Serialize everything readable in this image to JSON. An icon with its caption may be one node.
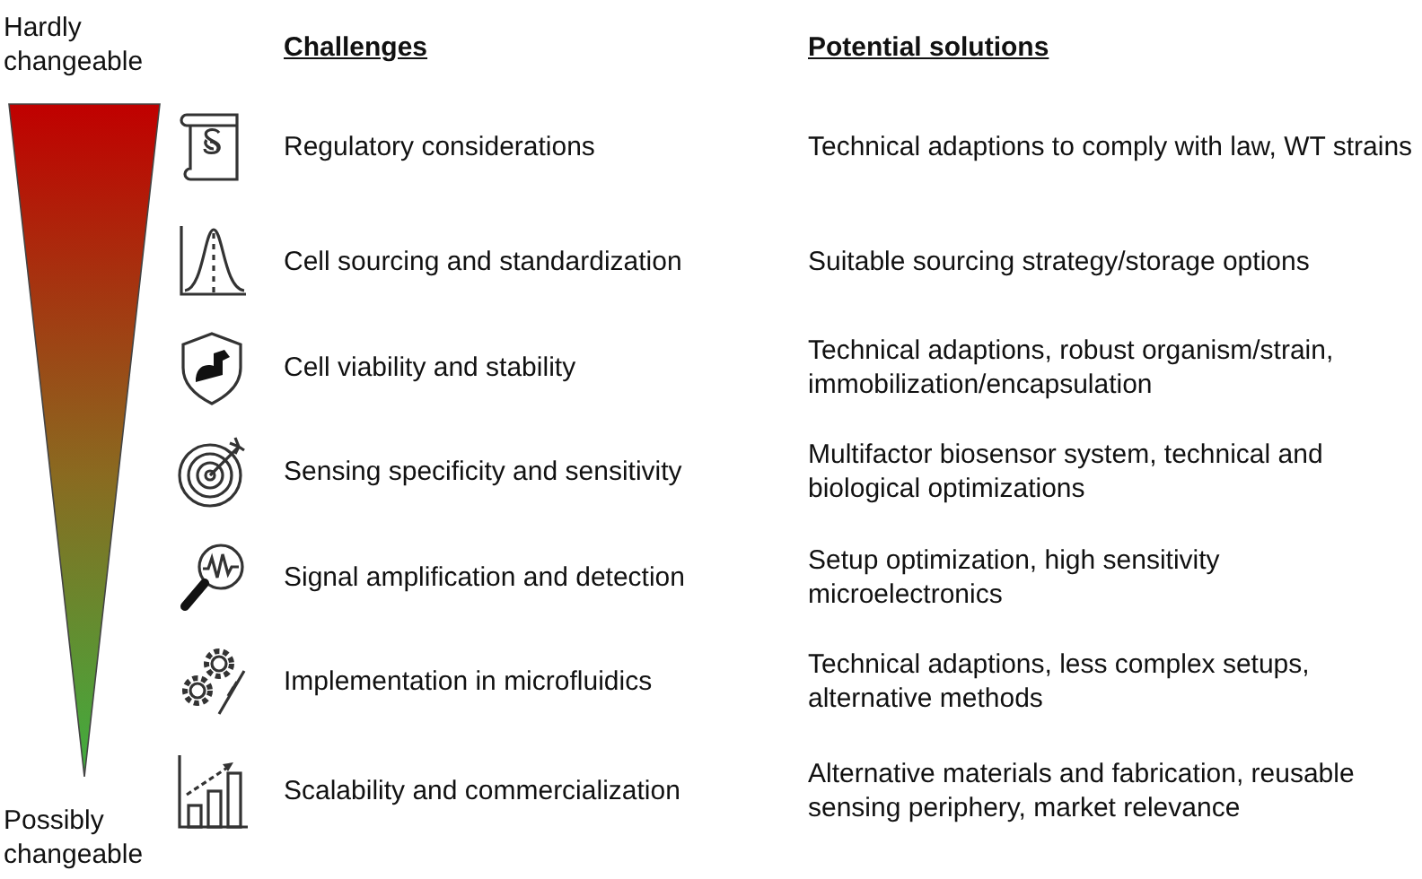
{
  "diagram": {
    "labels": [
      "Hardly changeable",
      "Challenges",
      "Potential solutions",
      "Regulatory considerations",
      "Technical adaptions to comply with law, WT strains",
      "Cell sourcing and standardization",
      "Suitable sourcing strategy/storage options",
      "Cell viability and stability",
      "Technical adaptions, robust organism/strain, immobilization/encapsulation",
      "Sensing specificity and sensitivity",
      "Multifactor biosensor system, technical and biological optimizations",
      "Signal amplification and detection",
      "Setup optimization, high sensitivity microelectronics",
      "Implementation in microfluidics",
      "Technical adaptions, less complex setups, alternative methods",
      "Scalability and commercialization",
      "Alternative materials and fabrication, reusable sensing periphery, market relevance",
      "Possibly changeable"
    ]
  }
}
